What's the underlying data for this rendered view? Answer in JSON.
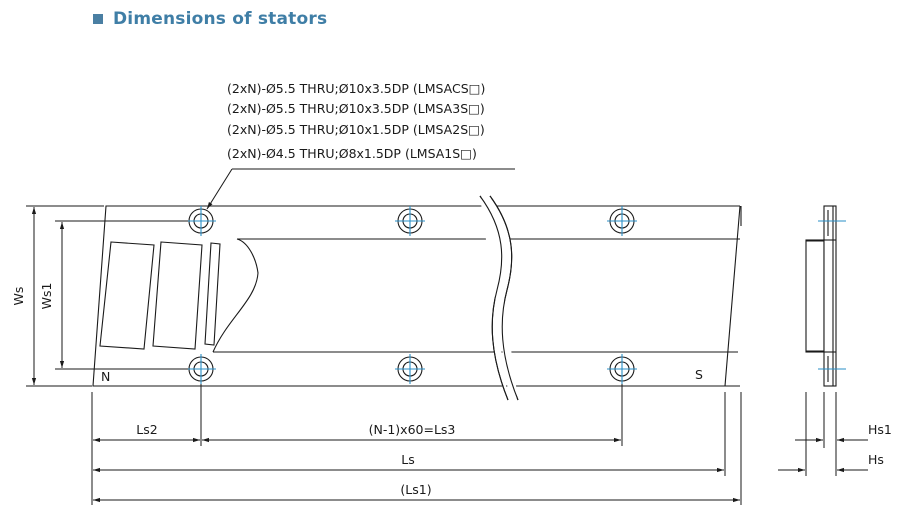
{
  "heading": {
    "title": "Dimensions of stators"
  },
  "hole_notes": [
    "(2xN)-Ø5.5 THRU;Ø10x3.5DP (LMSACS□)",
    "(2xN)-Ø5.5 THRU;Ø10x3.5DP (LMSA3S□)",
    "(2xN)-Ø5.5 THRU;Ø10x1.5DP (LMSA2S□)",
    "(2xN)-Ø4.5 THRU;Ø8x1.5DP   (LMSA1S□)"
  ],
  "dimensions": {
    "ws": "Ws",
    "ws1": "Ws1",
    "ls2": "Ls2",
    "ls3": "(N-1)x60=Ls3",
    "ls": "Ls",
    "ls1": "(Ls1)",
    "hs1": "Hs1",
    "hs": "Hs"
  },
  "poles": {
    "north": "N",
    "south": "S"
  },
  "colors": {
    "heading": "#3f7ea6",
    "line": "#1a1a1a",
    "centerline": "#2a8fc7"
  }
}
